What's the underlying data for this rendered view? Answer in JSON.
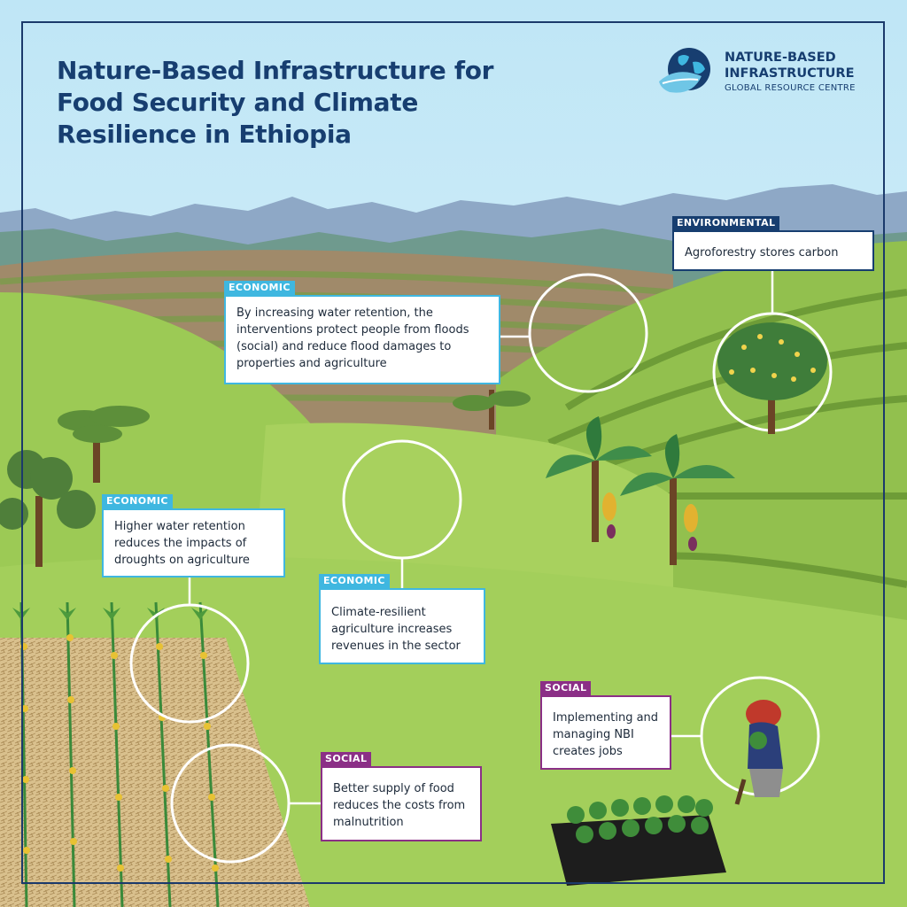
{
  "title": "Nature-Based Infrastructure for Food Security and Climate Resilience in Ethiopia",
  "logo": {
    "line1": "NATURE-BASED",
    "line2": "INFRASTRUCTURE",
    "line3": "GLOBAL RESOURCE CENTRE",
    "icon": "globe-leaf-icon"
  },
  "colors": {
    "economic": "#3fb7e0",
    "environmental": "#173e70",
    "social": "#8b2f86",
    "title": "#173e70"
  },
  "cards": [
    {
      "tag": "ENVIRONMENTAL",
      "text": "Agroforestry stores carbon"
    },
    {
      "tag": "ECONOMIC",
      "text": "By increasing water retention, the interventions protect people from floods (social) and reduce flood damages to properties and agriculture"
    },
    {
      "tag": "ECONOMIC",
      "text": "Higher water retention reduces the impacts of droughts on agriculture"
    },
    {
      "tag": "ECONOMIC",
      "text": "Climate-resilient agriculture increases revenues in the sector"
    },
    {
      "tag": "SOCIAL",
      "text": "Implementing and managing NBI creates jobs"
    },
    {
      "tag": "SOCIAL",
      "text": "Better supply of food reduces the costs from malnutrition"
    }
  ]
}
